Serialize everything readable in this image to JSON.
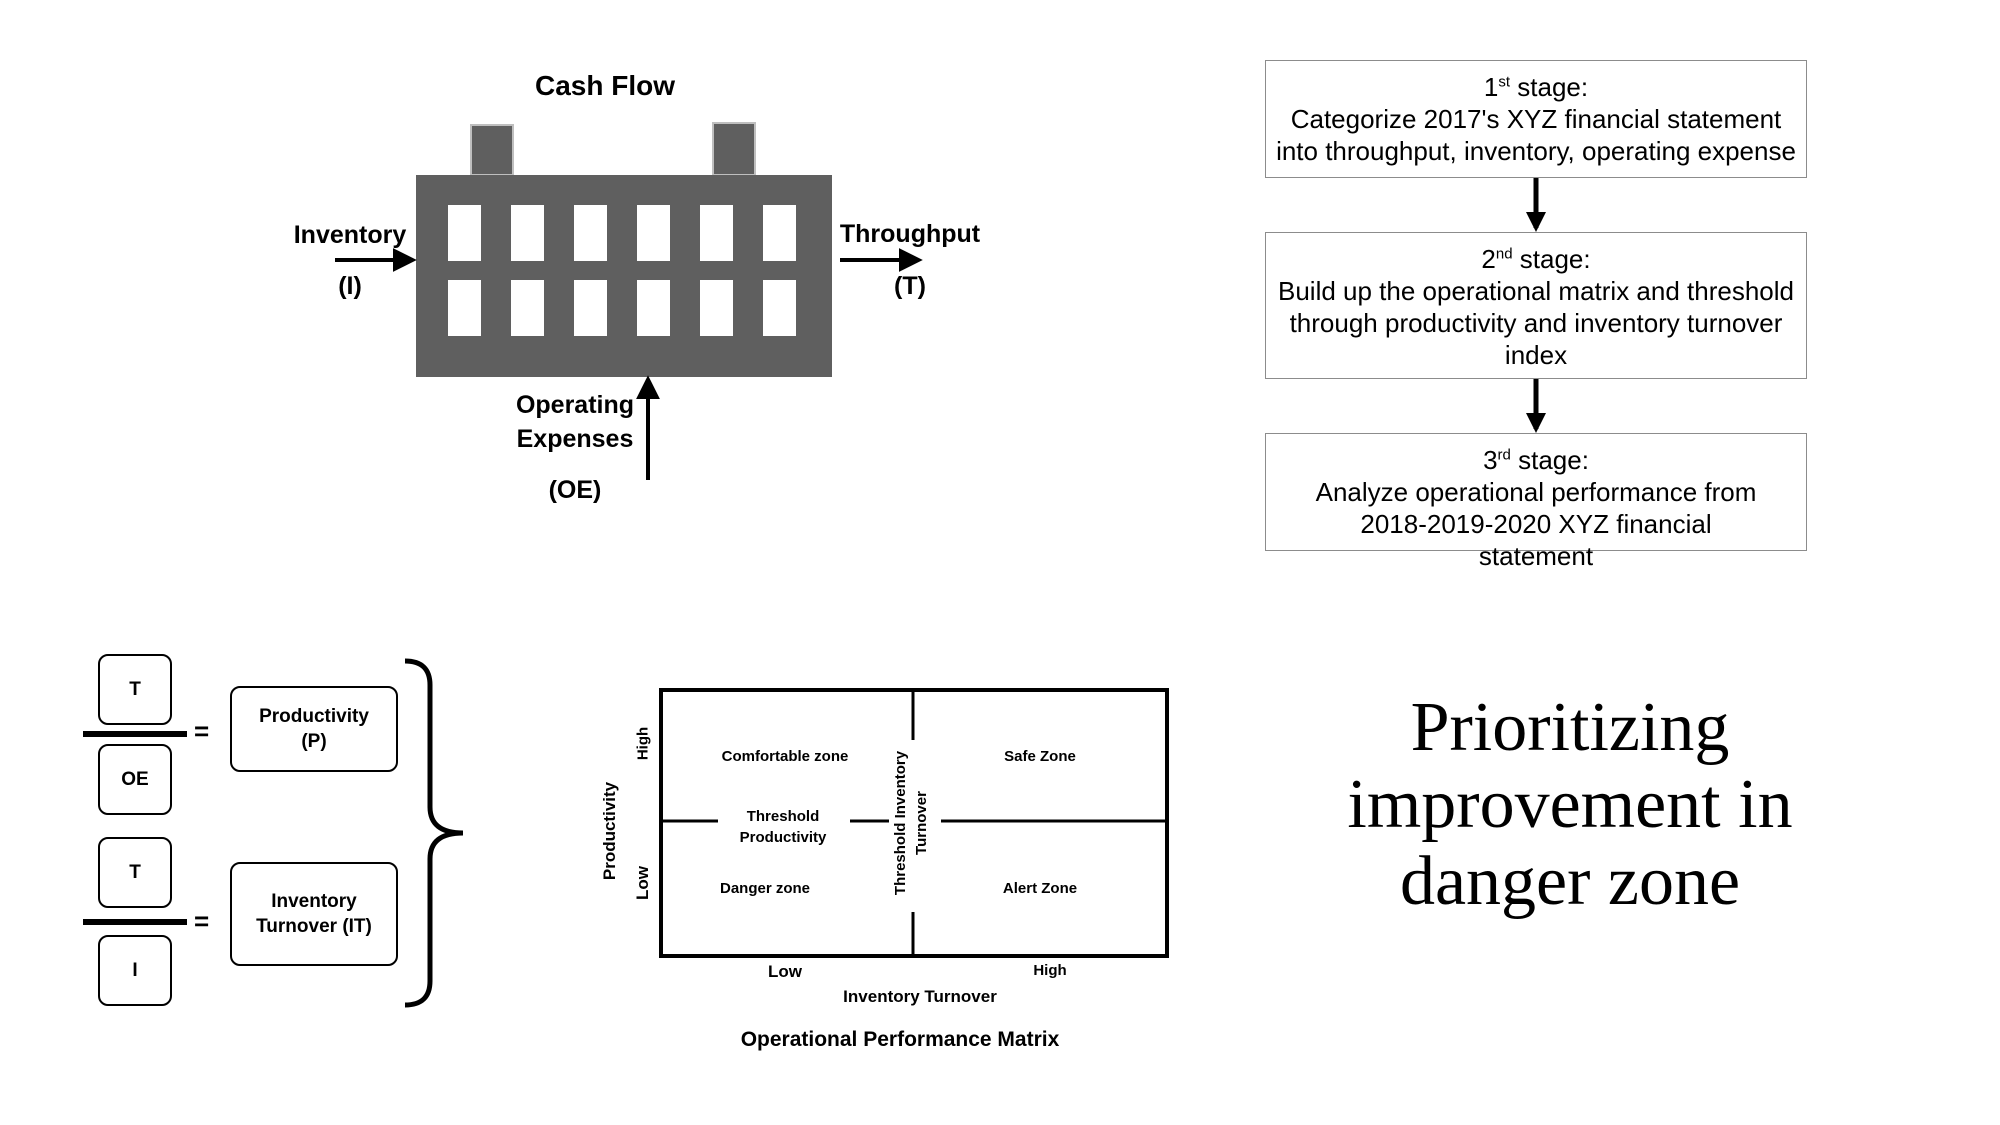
{
  "cash_flow": {
    "title": "Cash Flow",
    "inventory": "Inventory",
    "inventory_abbr": "(I)",
    "throughput": "Throughput",
    "throughput_abbr": "(T)",
    "opex_line1": "Operating",
    "opex_line2": "Expenses",
    "opex_abbr": "(OE)",
    "colors": {
      "building": "#5f5f5f",
      "window": "#ffffff"
    }
  },
  "stages": [
    {
      "num": "1",
      "sup": "st",
      "suffix": " stage:",
      "body": "Categorize 2017's XYZ financial statement into throughput, inventory, operating expense"
    },
    {
      "num": "2",
      "sup": "nd",
      "suffix": " stage:",
      "body": "Build up the operational matrix and threshold through productivity and inventory turnover index"
    },
    {
      "num": "3",
      "sup": "rd",
      "suffix": " stage:",
      "body": "Analyze operational performance from 2018-2019-2020 XYZ financial statement"
    }
  ],
  "ratios": {
    "p_numerator": "T",
    "p_denominator": "OE",
    "p_equals": "=",
    "p_result": "Productivity (P)",
    "it_numerator": "T",
    "it_denominator": "I",
    "it_equals": "=",
    "it_result": "Inventory Turnover (IT)"
  },
  "matrix": {
    "title": "Operational Performance Matrix",
    "x_axis_label": "Inventory Turnover",
    "x_low": "Low",
    "x_high": "High",
    "y_axis_label": "Productivity",
    "y_low": "Low",
    "y_high": "High",
    "q_top_left": "Comfortable zone",
    "q_top_right": "Safe Zone",
    "q_bottom_left": "Danger zone",
    "q_bottom_right": "Alert Zone",
    "threshold_productivity_1": "Threshold",
    "threshold_productivity_2": "Productivity",
    "threshold_it_1": "Threshold Inventory",
    "threshold_it_2": "Turnover"
  },
  "headline": {
    "line1": "Prioritizing",
    "line2": "improvement in",
    "line3": "danger zone"
  }
}
